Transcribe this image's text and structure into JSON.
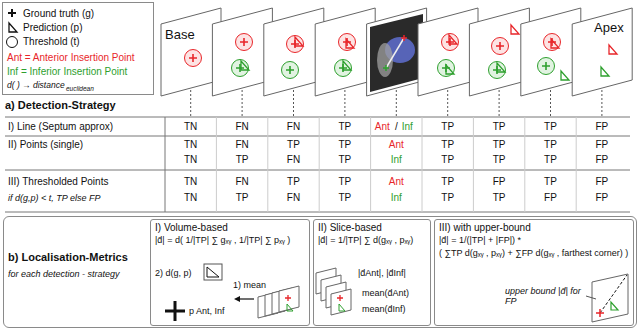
{
  "diagram": {
    "nodes": [
      {
        "text": [
          "Ground truth (g)",
          "Prediction (p)",
          "Threshold (t)",
          "Ant = Anterior Insertion Point",
          "Inf = Inferior Insertion Point",
          "d( ) → distance",
          "euclidean"
        ]
      },
      {
        "text": [
          "b) Localisation-Metrics",
          "for each detection - strategy"
        ]
      },
      {
        "text": [
          "I) Volume-based",
          "|d̄| = d( 1/|TP| ∑ gₓᵧ , 1/|TP| ∑ pₓᵧ )",
          "2) d(g, p)",
          "1) mean",
          "p Ant, Inf"
        ],
        "in": 1
      },
      {
        "text": [
          "II) Slice-based",
          "|d̄| = 1/|TP| ∑ d(gₓᵧ , pₓᵧ)",
          "|d̄Ant|, |d̄Inf|",
          "mean(d̄Ant)",
          "mean(d̄Inf)"
        ],
        "in": 1
      },
      {
        "text": [
          "III) with upper-bound",
          "|d̄| = 1/(|TP| + |FP|) *",
          "( ∑TP d(gₓᵧ , pₓᵧ) + ∑FP d(gₓᵧ , farthest corner) )",
          "upper bound |d̄| for FP"
        ],
        "in": 1
      }
    ],
    "labels": [
      "Base",
      "Apex",
      "a) Detection-Strategy",
      "I) Line (Septum approx)",
      "II) Points (single)",
      "III) Thresholded Points",
      "if d(g,p) < t, TP else FP",
      "TN",
      "FN",
      "FN",
      "TP",
      "Ant",
      "/",
      "Inf",
      "TP",
      "TP",
      "TP",
      "FP",
      "TN",
      "FN",
      "TP",
      "TP",
      "Ant",
      "TP",
      "TP",
      "TP",
      "FP",
      "TN",
      "TP",
      "FN",
      "TP",
      "Inf",
      "TP",
      "TP",
      "TP",
      "FP",
      "TN",
      "FN",
      "TP",
      "TP",
      "Ant",
      "TP",
      "FP",
      "TP",
      "FP",
      "TN",
      "TP",
      "FN",
      "TP",
      "Inf",
      "TP",
      "TP",
      "FP",
      "FP"
    ]
  }
}
